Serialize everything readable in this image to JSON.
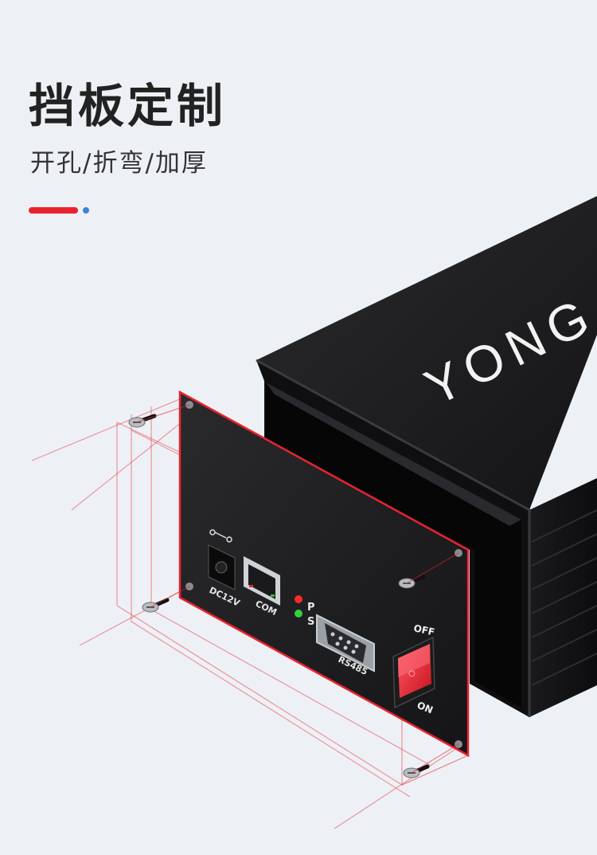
{
  "heading": {
    "title": "挡板定制",
    "subtitle": "开孔/折弯/加厚"
  },
  "colors": {
    "accent_red": "#e8232f",
    "accent_blue": "#3b82d8",
    "background": "#edf1f5",
    "enclosure": "#1c1c1e"
  },
  "product": {
    "brand_text": "YONG",
    "power_label": "DC12V",
    "network_label": "COM",
    "led_power_label": "P",
    "led_status_label": "S",
    "serial_label": "RS485",
    "switch_off_label": "OFF",
    "switch_on_label": "ON"
  }
}
